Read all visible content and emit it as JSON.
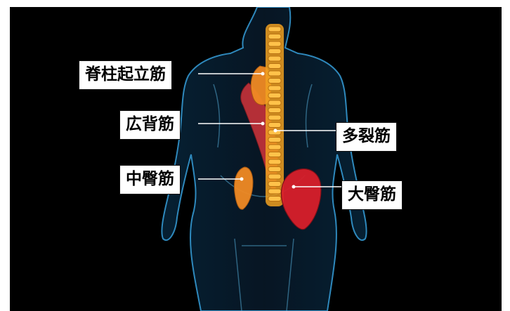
{
  "labels": {
    "erector_spinae": "脊柱起立筋",
    "latissimus_dorsi": "広背筋",
    "gluteus_medius": "中臀筋",
    "multifidus": "多裂筋",
    "gluteus_maximus": "大臀筋"
  },
  "colors": {
    "background": "#000000",
    "body_outline": "#3aa8e6",
    "spine": "#f0a020",
    "latissimus": "#c8323a",
    "gluteus_medius": "#f08a24",
    "gluteus_maximus": "#d81f2a",
    "leader_line": "#ffffff"
  }
}
